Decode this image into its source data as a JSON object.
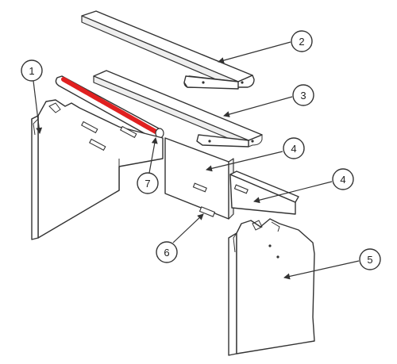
{
  "callouts": [
    {
      "label": "1"
    },
    {
      "label": "2"
    },
    {
      "label": "3"
    },
    {
      "label": "4"
    },
    {
      "label": "4"
    },
    {
      "label": "5"
    },
    {
      "label": "6"
    },
    {
      "label": "7"
    }
  ],
  "colors": {
    "line": "#333333",
    "highlight": "#e02020",
    "background": "#ffffff"
  }
}
